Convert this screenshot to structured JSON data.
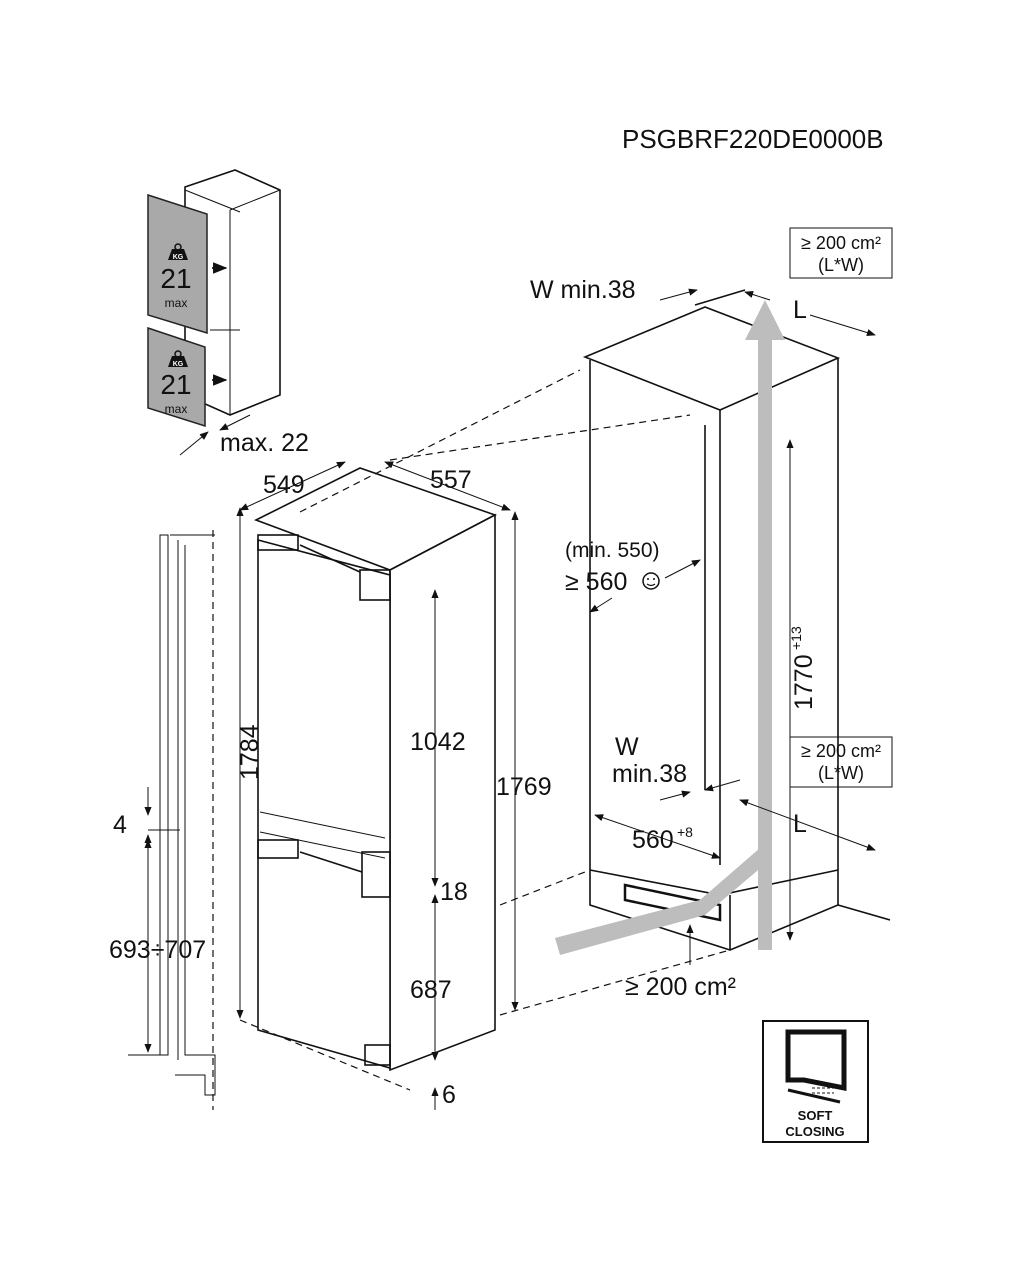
{
  "model": "PSGBRF220DE0000B",
  "door_weight": {
    "upper": {
      "icon_text": "KG",
      "value": "21",
      "unit": "max"
    },
    "lower": {
      "icon_text": "KG",
      "value": "21",
      "unit": "max"
    },
    "max_thickness": "max. 22"
  },
  "appliance": {
    "depth": "549",
    "width": "557",
    "height": "1784",
    "fridge_door": "1042",
    "gap": "18",
    "freezer_door": "687",
    "bottom": "6",
    "side_height": "1769"
  },
  "decor_panel": {
    "gap": "4",
    "height": "693÷707"
  },
  "niche": {
    "top_vent": {
      "line1": "≥ 200 cm²",
      "line2": "(L*W)"
    },
    "mid_vent": {
      "line1": "≥ 200 cm²",
      "line2": "(L*W)"
    },
    "w_top": "W min.38",
    "l_top": "L",
    "l_bottom": "L",
    "depth_min": "(min. 550)",
    "depth_rec": "≥ 560",
    "height": "1770",
    "height_tol": "+13",
    "w_bottom_1": "W",
    "w_bottom_2": "min.38",
    "width": "560",
    "width_tol": "+8",
    "bottom_vent": "≥ 200 cm²"
  },
  "soft_closing": {
    "line1": "SOFT",
    "line2": "CLOSING"
  }
}
